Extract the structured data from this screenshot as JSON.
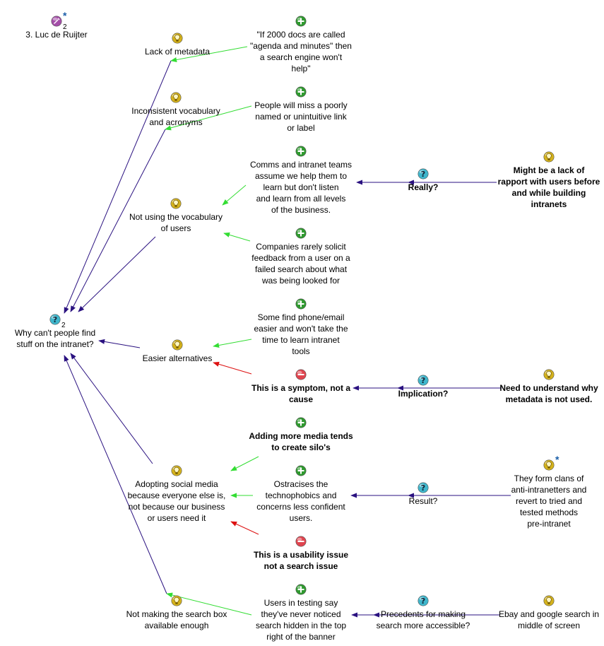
{
  "nodes": [
    {
      "id": "luc",
      "type": "map",
      "label": "3. Luc de Ruijter",
      "star": "*",
      "count": "2",
      "bold": false
    },
    {
      "id": "q_main",
      "type": "question",
      "label": "Why can't people find stuff on the intranet?",
      "count": "2",
      "bold": false
    },
    {
      "id": "i_meta",
      "type": "idea",
      "label": "Lack of metadata",
      "bold": false
    },
    {
      "id": "p_2000",
      "type": "pro",
      "label": "\"If 2000 docs are called \"agenda and minutes\" then a search engine won't help\"",
      "bold": false
    },
    {
      "id": "i_vocab",
      "type": "idea",
      "label": "Inconsistent vocabulary and acronyms",
      "bold": false
    },
    {
      "id": "p_miss",
      "type": "pro",
      "label": "People will miss a poorly named or unintuitive link or label",
      "bold": false
    },
    {
      "id": "p_comms",
      "type": "pro",
      "label": "Comms and intranet teams assume we help them to learn but don't listen and learn from all levels of the business.",
      "bold": false
    },
    {
      "id": "q_really",
      "type": "question",
      "label": "Really?",
      "bold": true
    },
    {
      "id": "i_rapport",
      "type": "idea",
      "label": "Might be a lack of rapport with users before and while building intranets",
      "bold": true
    },
    {
      "id": "i_notusing",
      "type": "idea",
      "label": "Not using the vocabulary of users",
      "bold": false
    },
    {
      "id": "p_rarely",
      "type": "pro",
      "label": "Companies rarely solicit feedback from a user on a failed search about what was being looked for",
      "bold": false
    },
    {
      "id": "p_phone",
      "type": "pro",
      "label": "Some find phone/email easier and won't take the time to learn intranet tools",
      "bold": false
    },
    {
      "id": "i_easier",
      "type": "idea",
      "label": "Easier alternatives",
      "bold": false
    },
    {
      "id": "c_symptom",
      "type": "con",
      "label": "This is a symptom, not a cause",
      "bold": true
    },
    {
      "id": "q_impl",
      "type": "question",
      "label": "Implication?",
      "bold": true
    },
    {
      "id": "i_understand",
      "type": "idea",
      "label": "Need to understand why metadata is not used.",
      "bold": true
    },
    {
      "id": "p_media",
      "type": "pro",
      "label": "Adding more media tends to create silo's",
      "bold": true
    },
    {
      "id": "i_social",
      "type": "idea",
      "label": "Adopting social media because everyone else is, not because our business or users need it",
      "bold": false
    },
    {
      "id": "p_ostr",
      "type": "pro",
      "label": "Ostracises the technophobics and concerns less confident users.",
      "bold": false
    },
    {
      "id": "q_result",
      "type": "question",
      "label": "Result?",
      "bold": false
    },
    {
      "id": "i_clans",
      "type": "idea",
      "label": "They form clans of anti-intranetters and revert to tried and tested methods pre-intranet",
      "star": "*",
      "bold": false
    },
    {
      "id": "c_usab",
      "type": "con",
      "label": "This is a usability issue not a search issue",
      "bold": true
    },
    {
      "id": "p_testing",
      "type": "pro",
      "label": "Users in testing say they've never noticed search hidden in the top right of the banner",
      "bold": false
    },
    {
      "id": "i_notmaking",
      "type": "idea",
      "label": "Not making the search box available enough",
      "bold": false
    },
    {
      "id": "q_prec",
      "type": "question",
      "label": "Precedents for making search more accessible?",
      "bold": false
    },
    {
      "id": "i_ebay",
      "type": "idea",
      "label": "Ebay and google search in middle of screen",
      "bold": false
    }
  ],
  "links": [
    {
      "from": "p_2000",
      "to": "i_meta",
      "kind": "pro"
    },
    {
      "from": "p_miss",
      "to": "i_vocab",
      "kind": "pro"
    },
    {
      "from": "p_comms",
      "to": "i_notusing",
      "kind": "pro"
    },
    {
      "from": "p_rarely",
      "to": "i_notusing",
      "kind": "pro"
    },
    {
      "from": "q_really",
      "to": "p_comms",
      "kind": "arg"
    },
    {
      "from": "i_rapport",
      "to": "q_really",
      "kind": "arg"
    },
    {
      "from": "i_meta",
      "to": "q_main",
      "kind": "arg"
    },
    {
      "from": "i_vocab",
      "to": "q_main",
      "kind": "arg"
    },
    {
      "from": "i_notusing",
      "to": "q_main",
      "kind": "arg"
    },
    {
      "from": "i_easier",
      "to": "q_main",
      "kind": "arg"
    },
    {
      "from": "i_social",
      "to": "q_main",
      "kind": "arg"
    },
    {
      "from": "i_notmaking",
      "to": "q_main",
      "kind": "arg"
    },
    {
      "from": "p_phone",
      "to": "i_easier",
      "kind": "pro"
    },
    {
      "from": "c_symptom",
      "to": "i_easier",
      "kind": "con"
    },
    {
      "from": "q_impl",
      "to": "c_symptom",
      "kind": "arg"
    },
    {
      "from": "i_understand",
      "to": "q_impl",
      "kind": "arg"
    },
    {
      "from": "p_media",
      "to": "i_social",
      "kind": "pro"
    },
    {
      "from": "p_ostr",
      "to": "i_social",
      "kind": "pro"
    },
    {
      "from": "c_usab",
      "to": "i_social",
      "kind": "con"
    },
    {
      "from": "q_result",
      "to": "p_ostr",
      "kind": "arg"
    },
    {
      "from": "i_clans",
      "to": "q_result",
      "kind": "arg"
    },
    {
      "from": "p_testing",
      "to": "i_notmaking",
      "kind": "pro"
    },
    {
      "from": "q_prec",
      "to": "p_testing",
      "kind": "arg"
    },
    {
      "from": "i_ebay",
      "to": "q_prec",
      "kind": "arg"
    }
  ],
  "colors": {
    "idea": "#d4b21c",
    "question": "#3fb6cc",
    "pro": "#2f9a2f",
    "con": "#e0444f",
    "map": "#a44ea8",
    "link_pro": "#33dd33",
    "link_con": "#dd1111",
    "link_arg": "#2a1180"
  }
}
